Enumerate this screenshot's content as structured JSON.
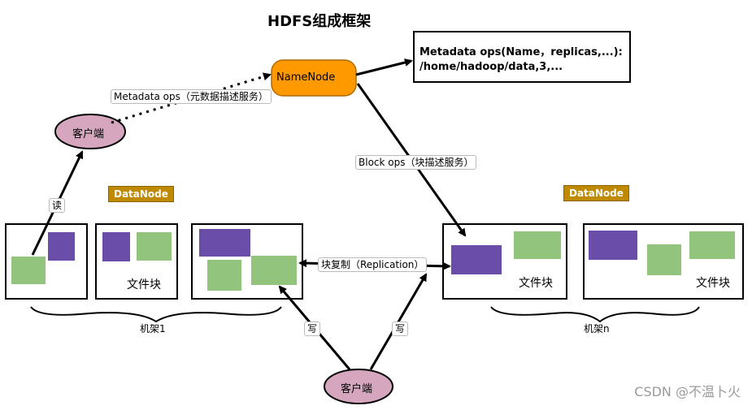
{
  "title": "HDFS组成框架",
  "namenode": {
    "label": "NameNode",
    "fill": "#ff9900"
  },
  "metadata_box": {
    "line1": "Metadata ops(Name，replicas,...):",
    "line2": "/home/hadoop/data,3,..."
  },
  "client_top": {
    "label": "客户端"
  },
  "client_bottom": {
    "label": "客户端"
  },
  "edge_labels": {
    "metadata_ops": "Metadata ops（元数据描述服务）",
    "block_ops": "Block ops（块描述服务）",
    "read": "读",
    "replication": "块复制（Replication）",
    "write_left": "写",
    "write_right": "写"
  },
  "datanode_tags": {
    "left": "DataNode",
    "right": "DataNode"
  },
  "file_block_labels": [
    "文件块",
    "文件块",
    "文件块"
  ],
  "rack_labels": {
    "left": "机架1",
    "right": "机架n"
  },
  "watermark": "CSDN @不温卜火",
  "colors": {
    "block_purple": "#6a4da8",
    "block_green": "#93c47d",
    "client_fill": "#d5a6bd",
    "tag_gold": "#c08a00"
  }
}
